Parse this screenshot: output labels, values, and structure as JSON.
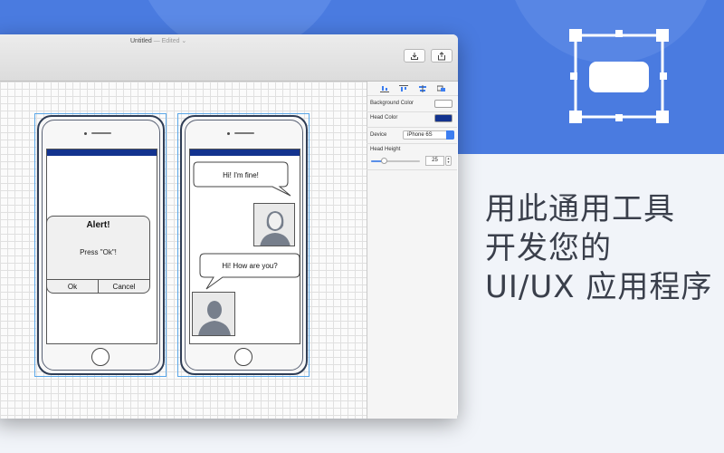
{
  "window": {
    "title": "Untitled",
    "subtitle": "— Edited ⌄"
  },
  "toolbar": {
    "buttons": [
      {
        "name": "download-icon"
      },
      {
        "name": "share-icon"
      }
    ]
  },
  "inspector": {
    "align_icons": [
      "align-bottom-icon",
      "align-top-icon",
      "align-center-icon",
      "align-right-icon"
    ],
    "background_color_label": "Background Color",
    "background_color": "#ffffff",
    "head_color_label": "Head Color",
    "head_color": "#13338f",
    "device_label": "Device",
    "device_value": "iPhone 6S",
    "head_height_label": "Head Height",
    "head_height_value": "25",
    "head_height_level": 0.25
  },
  "phone1": {
    "alert_title": "Alert!",
    "alert_message": "Press \"Ok\"!",
    "ok_label": "Ok",
    "cancel_label": "Cancel"
  },
  "phone2": {
    "bubble1": "Hi! I'm fine!",
    "bubble2": "Hi! How are you?"
  },
  "promo": {
    "line1": "用此通用工具",
    "line2": "开发您的",
    "line3": "UI/UX 应用程序"
  },
  "colors": {
    "brand_blue": "#4a7be0",
    "header_navy": "#13338f",
    "selection": "#5ba7e8"
  }
}
